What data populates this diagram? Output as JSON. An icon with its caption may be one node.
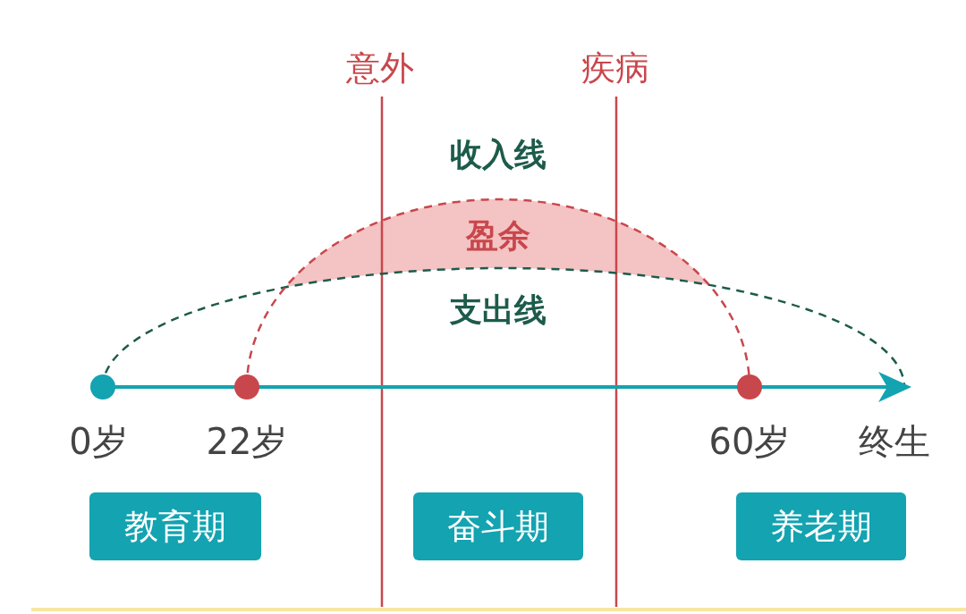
{
  "diagram": {
    "nodes": [
      {
        "text": [
          "教育期"
        ]
      },
      {
        "text": [
          "奋斗期"
        ]
      },
      {
        "text": [
          "养老期"
        ]
      }
    ],
    "labels": [
      "意外",
      "疾病",
      "收入线",
      "盈余",
      "支出线",
      "0岁",
      "22岁",
      "60岁",
      "终生"
    ]
  }
}
